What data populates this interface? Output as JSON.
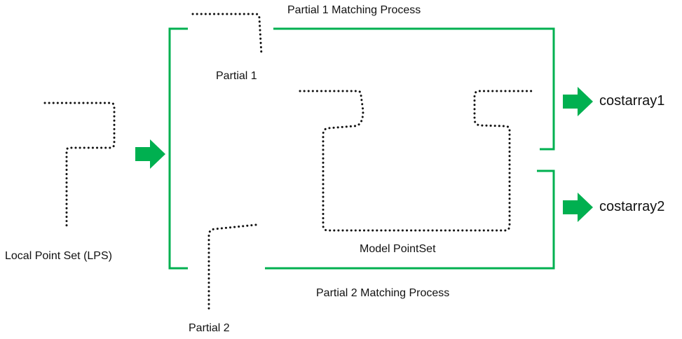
{
  "labels": {
    "partial1_process": "Partial 1  Matching Process",
    "partial2_process": "Partial 2 Matching Process",
    "partial1": "Partial 1",
    "partial2": "Partial 2",
    "lps": "Local Point Set (LPS)",
    "model": "Model PointSet",
    "out1": "costarray1",
    "out2": "costarray2"
  },
  "colors": {
    "accent": "#00b050",
    "dots": "#111111"
  },
  "icons": {
    "arrow": "right-arrow-icon"
  }
}
